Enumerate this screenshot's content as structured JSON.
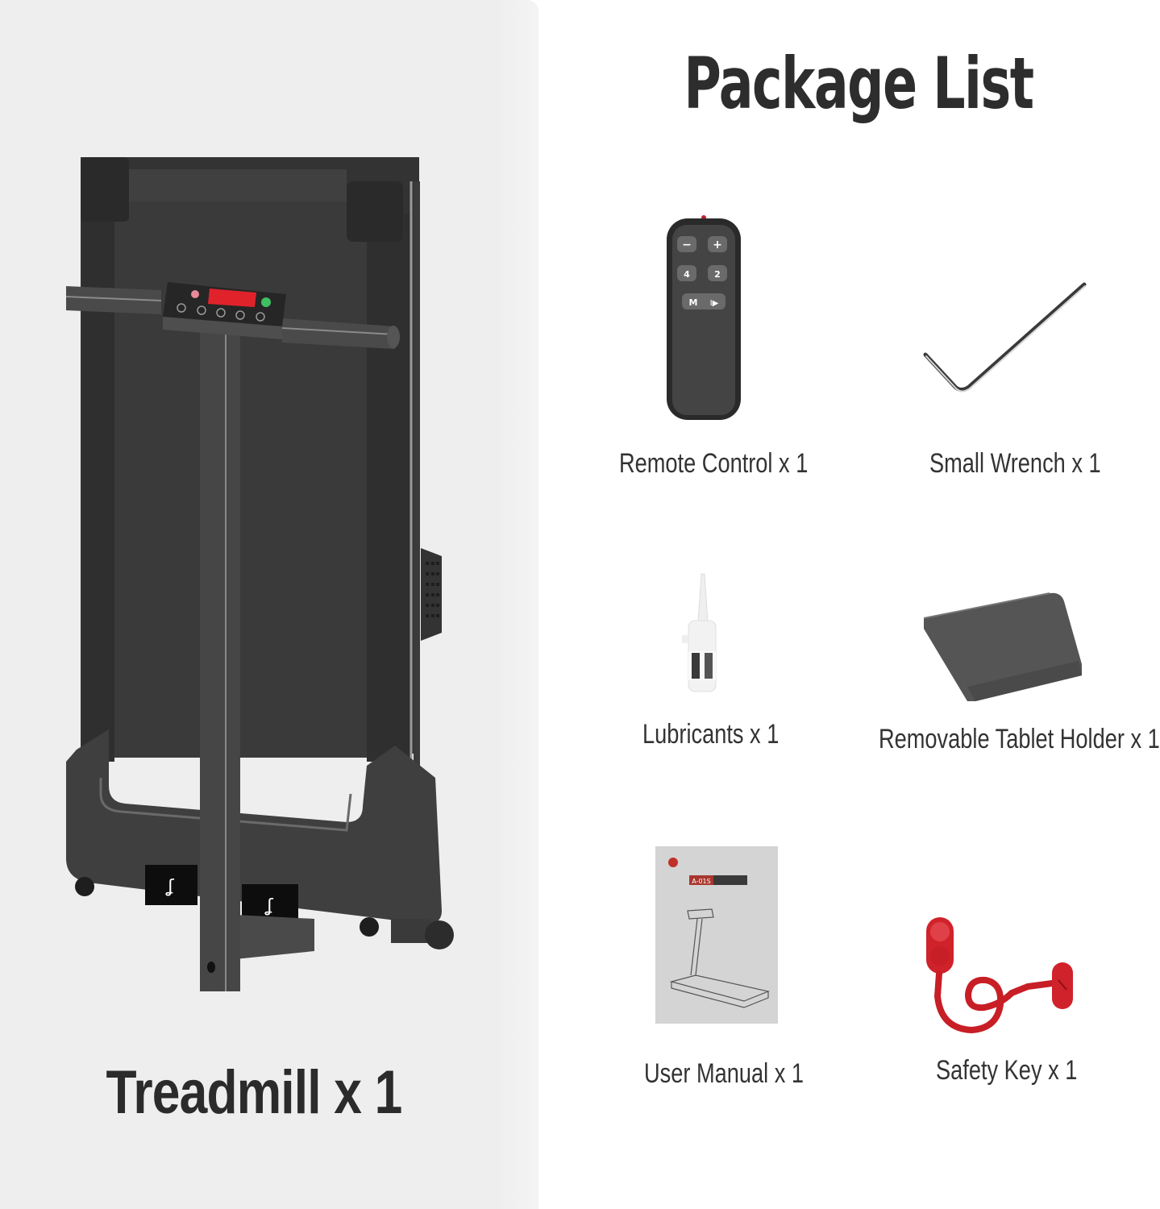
{
  "title": "Package List",
  "main_item": {
    "label": "Treadmill x 1",
    "icon": "treadmill-icon"
  },
  "items": [
    {
      "label": "Remote Control x 1",
      "icon": "remote-control-icon",
      "buttons": [
        "−",
        "+",
        "4",
        "2",
        "M",
        "I▶"
      ]
    },
    {
      "label": "Small Wrench x 1",
      "icon": "wrench-icon"
    },
    {
      "label": "Lubricants x 1",
      "icon": "lubricant-bottle-icon"
    },
    {
      "label": "Removable Tablet Holder x 1",
      "icon": "tablet-holder-icon"
    },
    {
      "label": "User Manual x 1",
      "icon": "user-manual-icon",
      "cover_text": "A-01S"
    },
    {
      "label": "Safety Key x 1",
      "icon": "safety-key-icon"
    }
  ],
  "colors": {
    "panel_bg": "#eeeeee",
    "text": "#2d2d2d",
    "treadmill_body": "#3e3e3e",
    "accent_red": "#e0232b",
    "accent_green": "#3fbf62"
  }
}
